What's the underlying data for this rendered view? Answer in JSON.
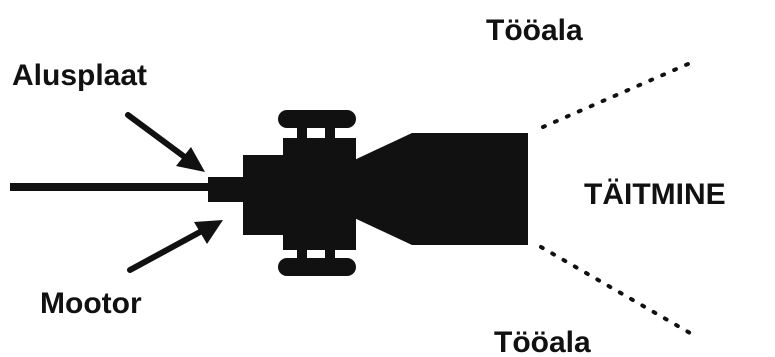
{
  "labels": {
    "base_plate": "Alusplaat",
    "motor": "Mootor",
    "work_area_top": "Tööala",
    "work_area_bottom": "Tööala",
    "fill": "TÄITMINE"
  },
  "colors": {
    "ink": "#111111",
    "background": "#ffffff"
  }
}
